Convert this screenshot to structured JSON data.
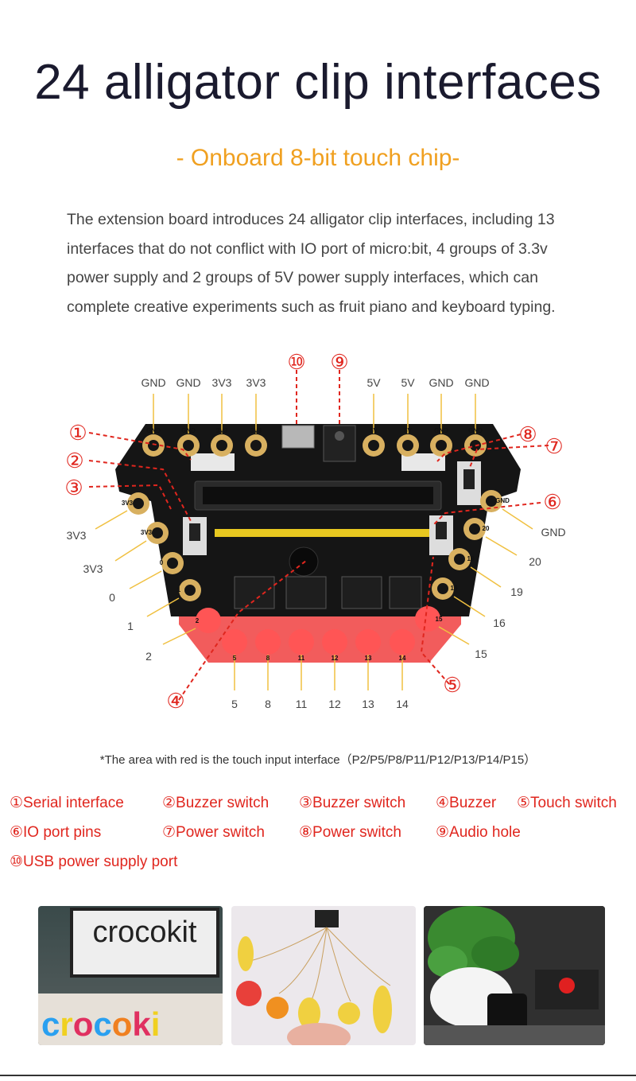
{
  "title": "24 alligator clip interfaces",
  "subtitle": "- Onboard 8-bit touch chip-",
  "description": "The extension board introduces 24 alligator clip interfaces, including 13 interfaces that do not conflict with IO port of micro:bit, 4 groups of 3.3v power supply and 2 groups of 5V power supply interfaces, which can complete creative experiments such as fruit piano and keyboard typing.",
  "diagram": {
    "top_labels": [
      "GND",
      "GND",
      "3V3",
      "3V3",
      "5V",
      "5V",
      "GND",
      "GND"
    ],
    "left_labels": [
      "3V3",
      "3V3",
      "0",
      "1",
      "2"
    ],
    "right_labels": [
      "GND",
      "20",
      "19",
      "16",
      "15"
    ],
    "bottom_labels": [
      "5",
      "8",
      "11",
      "12",
      "13",
      "14"
    ],
    "callouts": [
      "①",
      "②",
      "③",
      "④",
      "⑤",
      "⑥",
      "⑦",
      "⑧",
      "⑨",
      "⑩"
    ],
    "board_pads_top": [
      "GND",
      "GND",
      "3V3",
      "3V3",
      "5V",
      "5V",
      "GND",
      "GND"
    ],
    "board_pads_left": [
      "3V3",
      "3V3",
      "0",
      "1",
      "2"
    ],
    "board_pads_right": [
      "GND",
      "20",
      "19",
      "16",
      "15"
    ],
    "board_pads_bottom": [
      "5",
      "8",
      "11",
      "12",
      "13",
      "14"
    ]
  },
  "note": "*The area with red is the touch input interface（P2/P5/P8/P11/P12/P13/P14/P15）",
  "legend": [
    "①Serial interface",
    "②Buzzer switch",
    "③Buzzer switch",
    "④Buzzer",
    "⑤Touch switch",
    "⑥IO port pins",
    "⑦Power switch",
    "⑧Power switch",
    "⑨Audio hole",
    "⑩USB power supply port"
  ],
  "photos": {
    "crocokit_sign": "crocokit",
    "clay_letters": [
      "c",
      "r",
      "o",
      "c",
      "o",
      "k",
      "i"
    ]
  },
  "colors": {
    "accent_orange": "#f0a020",
    "callout_red": "#e0261e",
    "touch_red": "#f04040",
    "pad_gold": "#d8b060",
    "board_black": "#151515"
  }
}
